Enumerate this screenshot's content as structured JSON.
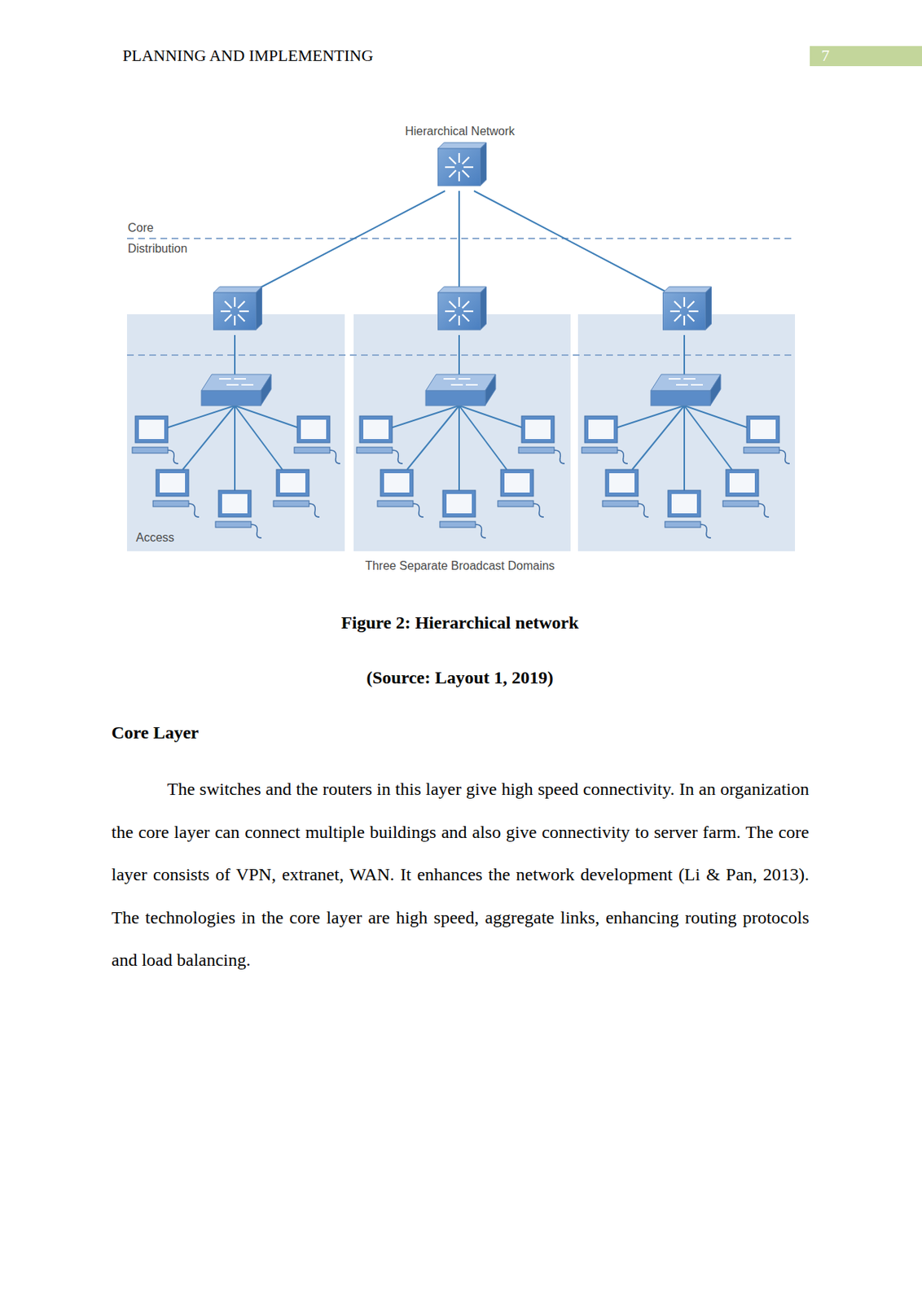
{
  "diagram": {
    "title": "Hierarchical Network",
    "caption": "Figure 2: Hierarchical network",
    "labels": [
      "PLANNING AND IMPLEMENTING",
      "7",
      "Core",
      "Distribution",
      "Access",
      "Three Separate Broadcast Domains",
      "(Source: Layout 1, 2019)",
      "Core Layer",
      "The switches and the routers in this layer give high speed connectivity. In an organization the core layer can connect multiple buildings and also give connectivity to server farm. The core layer consists of VPN, extranet, WAN. It enhances the network development (Li & Pan, 2013). The technologies in the core layer are high speed, aggregate links, enhancing routing protocols and load balancing."
    ]
  }
}
